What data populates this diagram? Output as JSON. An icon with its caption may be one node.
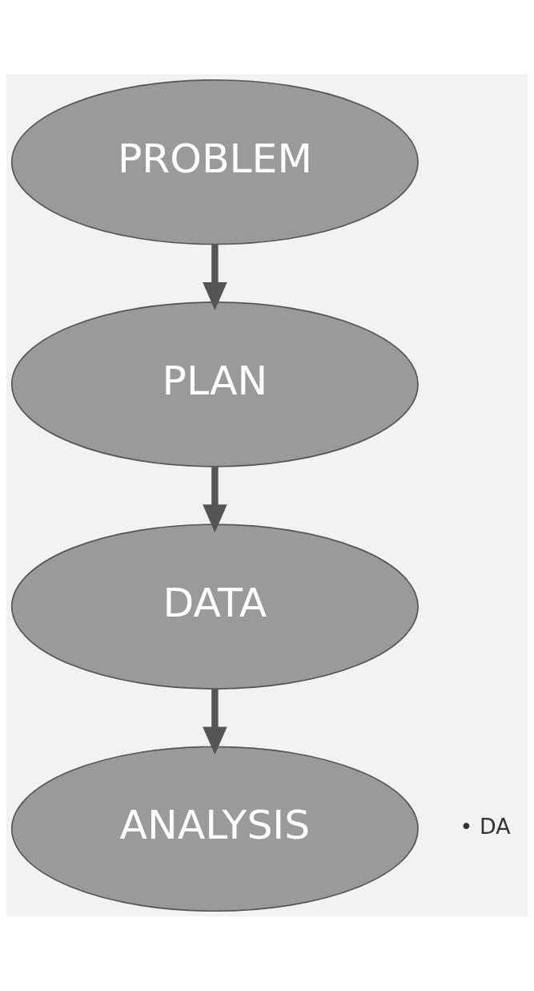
{
  "diagram": {
    "nodes": [
      {
        "text": [
          "PROBLEM"
        ]
      },
      {
        "text": [
          "PLAN"
        ]
      },
      {
        "text": [
          "DATA"
        ]
      },
      {
        "text": [
          "ANALYSIS"
        ]
      }
    ],
    "edges": [
      {
        "from": 0,
        "to": 1,
        "arrow": "to"
      },
      {
        "from": 1,
        "to": 2,
        "arrow": "to"
      },
      {
        "from": 2,
        "to": 3,
        "arrow": "to"
      }
    ],
    "labels": [
      "• DA"
    ]
  }
}
